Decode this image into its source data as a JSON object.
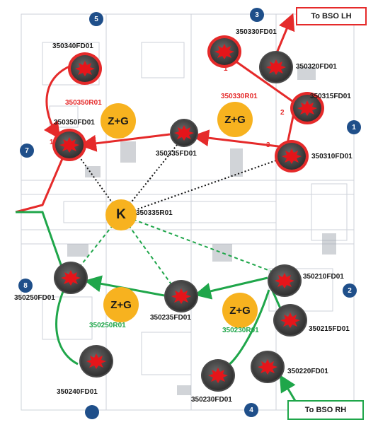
{
  "callouts": {
    "top": "To BSO LH",
    "bottom": "To BSO RH"
  },
  "zones": {
    "z5": "5",
    "z3": "3",
    "z1": "1",
    "z7": "7",
    "z8": "8",
    "z2": "2",
    "z4": "4",
    "z_bottom": ""
  },
  "stations": {
    "k": "K",
    "zg1": "Z+G",
    "zg2": "Z+G",
    "zg3": "Z+G",
    "zg4": "Z+G"
  },
  "labels": {
    "n350340": "350340FD01",
    "n350330": "350330FD01",
    "n350320": "350320FD01",
    "r350350": "350350R01",
    "r350330": "350330R01",
    "n350315": "350315FD01",
    "n350350": "350350FD01",
    "n350335": "350335FD01",
    "n350310": "350310FD01",
    "r350335": "350335R01",
    "n350210": "350210FD01",
    "n350250": "350250FD01",
    "n350235": "350235FD01",
    "n350215": "350215FD01",
    "r350250": "350250R01",
    "r350230": "350230R01",
    "n350220": "350220FD01",
    "n350240": "350240FD01",
    "n350230": "350230FD01"
  },
  "steps": {
    "s1": "1",
    "s2": "2",
    "s3": "3",
    "s_left": "1"
  },
  "colors": {
    "red_flow": "#e52a2a",
    "green_flow": "#1fa64a",
    "black_dotted": "#111111",
    "green_dotted": "#1fa64a",
    "station_yellow": "#f7b21f",
    "zone_blue": "#1f4f8a"
  },
  "icons": {
    "node": "burst-icon",
    "arrow": "arrow-icon"
  }
}
